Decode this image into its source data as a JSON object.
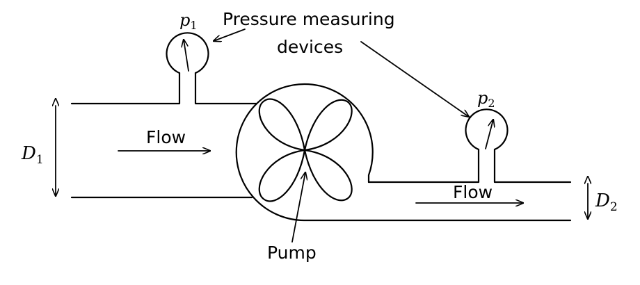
{
  "labels": {
    "pressure_devices_line1": "Pressure measuring",
    "pressure_devices_line2": "devices",
    "flow_inlet": "Flow",
    "flow_outlet": "Flow",
    "pump": "Pump"
  },
  "symbols": {
    "p1_base": "p",
    "p1_sub": "1",
    "p2_base": "p",
    "p2_sub": "2",
    "d1_base": "D",
    "d1_sub": "1",
    "d2_base": "D",
    "d2_sub": "2"
  },
  "colors": {
    "stroke": "#000000",
    "background": "#ffffff"
  }
}
